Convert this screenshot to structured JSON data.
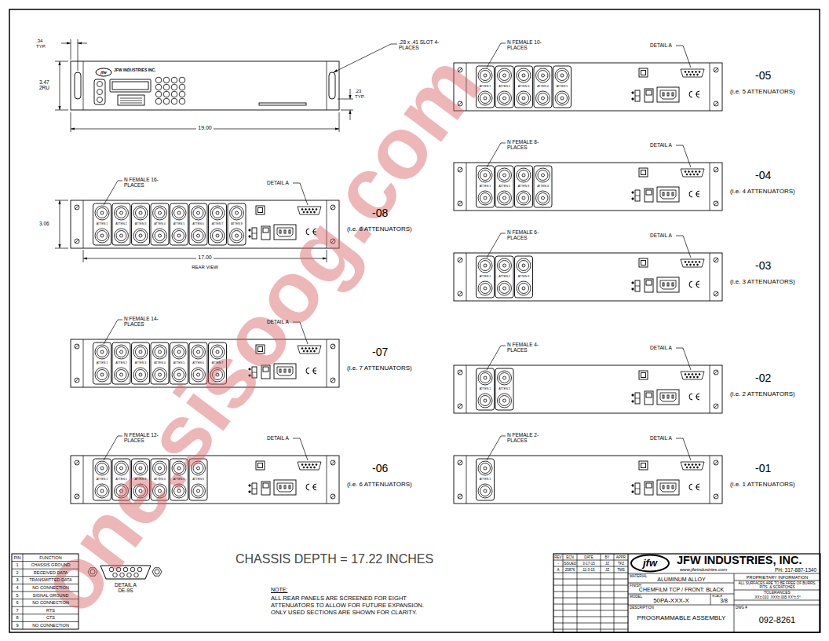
{
  "diagram": {
    "labels": [
      ".34 TYP.",
      "3.47 2RU",
      "19.00",
      ".28 x .41 SLOT 4-PLACES",
      ".23 TYP.",
      "jfw",
      "JFW INDUSTRIES INC.",
      "3.06",
      "17.00",
      "REAR VIEW",
      "N FEMALE 10-PLACES",
      "DETAIL A",
      "-05",
      "(i.e. 5 ATTENUATORS)",
      "ATTEN 1",
      "ATTEN 2",
      "ATTEN 3",
      "ATTEN 4",
      "ATTEN 5",
      "N FEMALE 8-PLACES",
      "DETAIL A",
      "-04",
      "(i.e. 4 ATTENUATORS)",
      "ATTEN 1",
      "ATTEN 2",
      "ATTEN 3",
      "ATTEN 4",
      "N FEMALE 16-PLACES",
      "DETAIL A",
      "-08",
      "(i.e. 8 ATTENUATORS)",
      "ATTEN 1",
      "ATTEN 2",
      "ATTEN 3",
      "ATTEN 4",
      "ATTEN 5",
      "ATTEN 6",
      "ATTEN 7",
      "ATTEN 8",
      "N FEMALE 6-PLACES",
      "DETAIL A",
      "-03",
      "(i.e. 3 ATTENUATORS)",
      "ATTEN 1",
      "ATTEN 2",
      "ATTEN 3",
      "N FEMALE 14-PLACES",
      "DETAIL A",
      "-07",
      "(i.e. 7 ATTENUATORS)",
      "ATTEN 1",
      "ATTEN 2",
      "ATTEN 3",
      "ATTEN 4",
      "ATTEN 5",
      "ATTEN 6",
      "ATTEN 7",
      "N FEMALE 4-PLACES",
      "DETAIL A",
      "-02",
      "(i.e. 2 ATTENUATORS)",
      "ATTEN 1",
      "ATTEN 2",
      "N FEMALE 12-PLACES",
      "DETAIL A",
      "-06",
      "(i.e. 6 ATTENUATORS)",
      "ATTEN 1",
      "ATTEN 2",
      "ATTEN 3",
      "ATTEN 4",
      "ATTEN 5",
      "ATTEN 6",
      "N FEMALE 2-PLACES",
      "DETAIL A",
      "-01",
      "(i.e. 1 ATTENUATORS)",
      "ATTEN 1",
      "PIN",
      "FUNCTION",
      "1",
      "CHASSIS GROUND",
      "2",
      "RECEIVED DATA",
      "3",
      "TRANSMITTED DATA",
      "4",
      "NO CONNECTION",
      "5",
      "SIGNAL GROUND",
      "6",
      "NO CONNECTION",
      "7",
      "RTS",
      "8",
      "CTS",
      "9",
      "NO CONNECTION",
      "DETAIL A DE-9S",
      "CHASSIS DEPTH = 17.22 INCHES",
      "NOTE:",
      "ALL REAR PANELS ARE SCREENED FOR EIGHT ATTENUATORS TO ALLOW FOR FUTURE EXPANSION. ONLY USED SECTIONS ARE SHOWN FOR CLARITY.",
      "REV",
      "ECN",
      "DATE",
      "BY",
      "APPR",
      "-",
      "ISSUED",
      "3-17-15",
      "JZ",
      "TFZ",
      "A",
      "25876",
      "11-3-15",
      "JZ",
      "TMS",
      "jfw",
      "JFW INDUSTRIES, INC.",
      "www.jfwindustries.com",
      "PH: 317-887-1340",
      "MATERIAL",
      "ALUMINUM ALLOY",
      "FINISH",
      "CHEMFILM TCP / FRONT: BLACK",
      "MODEL",
      "50PA-XXX-X",
      "SCALE",
      "3/8",
      "DESCRIPTION",
      "PROGRAMMABLE ASSEMBLY",
      "PROPRIETARY INFORMATION",
      "ALL SURFACES ARE TO BE FREE OF BURRS, PITS, & SCRATCHES",
      "TOLERANCES",
      ".XX±.010 .XXX±.005 XX°±.5°",
      "DWG #",
      "092-8261",
      "one.sisoog.com"
    ]
  }
}
